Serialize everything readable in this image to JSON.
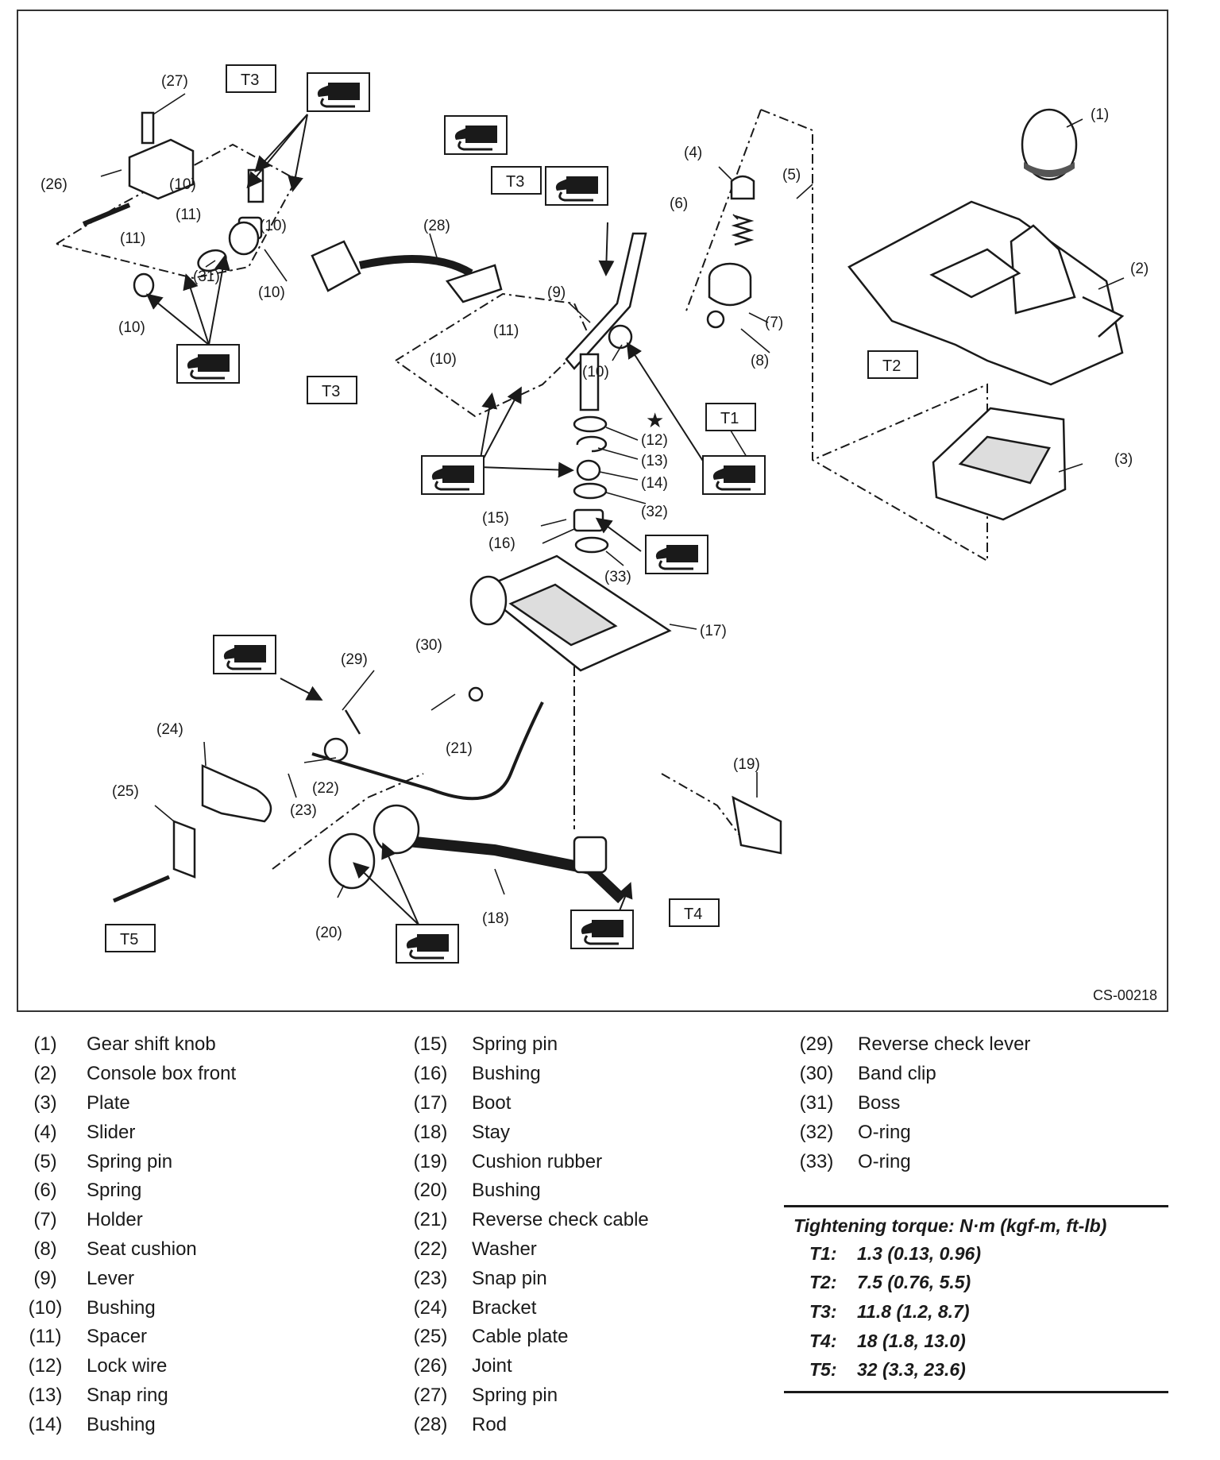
{
  "figure_id": "CS-00218",
  "labels": {
    "c1": "(1)",
    "c2": "(2)",
    "c3": "(3)",
    "c4": "(4)",
    "c5": "(5)",
    "c6": "(6)",
    "c7": "(7)",
    "c8": "(8)",
    "c9": "(9)",
    "c10": "(10)",
    "c11": "(11)",
    "c12": "(12)",
    "c13": "(13)",
    "c14": "(14)",
    "c15": "(15)",
    "c16": "(16)",
    "c17": "(17)",
    "c18": "(18)",
    "c19": "(19)",
    "c20": "(20)",
    "c21": "(21)",
    "c22": "(22)",
    "c23": "(23)",
    "c24": "(24)",
    "c25": "(25)",
    "c26": "(26)",
    "c27": "(27)",
    "c28": "(28)",
    "c29": "(29)",
    "c30": "(30)",
    "c31": "(31)",
    "c32": "(32)",
    "c33": "(33)"
  },
  "tboxes": {
    "t1": "T1",
    "t2": "T2",
    "t3": "T3",
    "t4": "T4",
    "t5": "T5"
  },
  "legend": {
    "col1": [
      {
        "num": "(1)",
        "name": "Gear shift knob"
      },
      {
        "num": "(2)",
        "name": "Console box front"
      },
      {
        "num": "(3)",
        "name": "Plate"
      },
      {
        "num": "(4)",
        "name": "Slider"
      },
      {
        "num": "(5)",
        "name": "Spring pin"
      },
      {
        "num": "(6)",
        "name": "Spring"
      },
      {
        "num": "(7)",
        "name": "Holder"
      },
      {
        "num": "(8)",
        "name": "Seat cushion"
      },
      {
        "num": "(9)",
        "name": "Lever"
      },
      {
        "num": "(10)",
        "name": "Bushing"
      },
      {
        "num": "(11)",
        "name": "Spacer"
      },
      {
        "num": "(12)",
        "name": "Lock wire"
      },
      {
        "num": "(13)",
        "name": "Snap ring"
      },
      {
        "num": "(14)",
        "name": "Bushing"
      }
    ],
    "col2": [
      {
        "num": "(15)",
        "name": "Spring pin"
      },
      {
        "num": "(16)",
        "name": "Bushing"
      },
      {
        "num": "(17)",
        "name": "Boot"
      },
      {
        "num": "(18)",
        "name": "Stay"
      },
      {
        "num": "(19)",
        "name": "Cushion rubber"
      },
      {
        "num": "(20)",
        "name": "Bushing"
      },
      {
        "num": "(21)",
        "name": "Reverse check cable"
      },
      {
        "num": "(22)",
        "name": "Washer"
      },
      {
        "num": "(23)",
        "name": "Snap pin"
      },
      {
        "num": "(24)",
        "name": "Bracket"
      },
      {
        "num": "(25)",
        "name": "Cable plate"
      },
      {
        "num": "(26)",
        "name": "Joint"
      },
      {
        "num": "(27)",
        "name": "Spring pin"
      },
      {
        "num": "(28)",
        "name": "Rod"
      }
    ],
    "col3": [
      {
        "num": "(29)",
        "name": "Reverse check lever"
      },
      {
        "num": "(30)",
        "name": "Band clip"
      },
      {
        "num": "(31)",
        "name": "Boss"
      },
      {
        "num": "(32)",
        "name": "O-ring"
      },
      {
        "num": "(33)",
        "name": "O-ring"
      }
    ]
  },
  "torque": {
    "title": "Tightening torque: N·m (kgf-m, ft-lb)",
    "rows": [
      {
        "key": "T1:",
        "value": "1.3 (0.13, 0.96)"
      },
      {
        "key": "T2:",
        "value": "7.5 (0.76, 5.5)"
      },
      {
        "key": "T3:",
        "value": "11.8 (1.2, 8.7)"
      },
      {
        "key": "T4:",
        "value": "18 (1.8, 13.0)"
      },
      {
        "key": "T5:",
        "value": "32 (3.3, 23.6)"
      }
    ]
  }
}
